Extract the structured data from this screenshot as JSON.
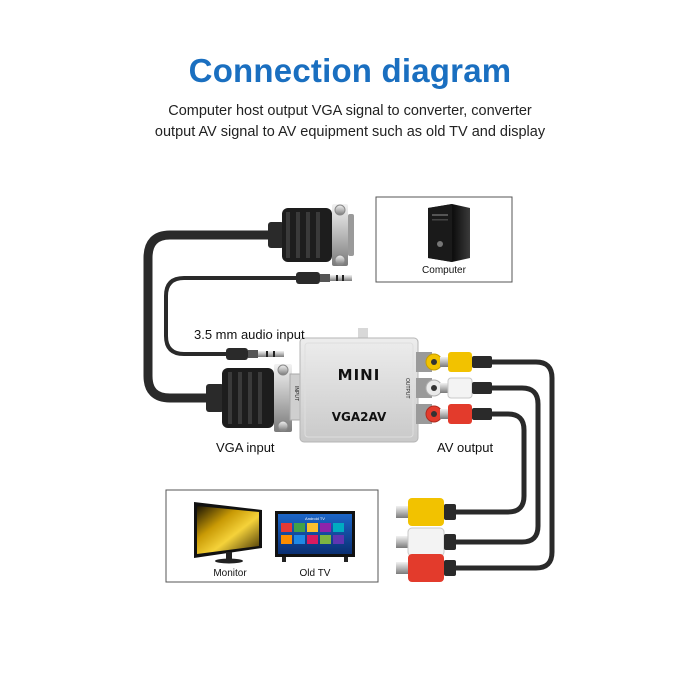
{
  "header": {
    "title": "Connection diagram",
    "subtitle_line1": "Computer host output VGA signal to converter, converter",
    "subtitle_line2": "output AV signal to AV equipment such as old TV and display"
  },
  "labels": {
    "audio_input": "3.5 mm audio input",
    "vga_input": "VGA input",
    "av_output": "AV output",
    "computer": "Computer",
    "monitor": "Monitor",
    "old_tv": "Old TV"
  },
  "device": {
    "brand": "MINI",
    "model": "VGA2AV",
    "input_port_label": "INPUT",
    "output_port_label": "OUTPUT"
  },
  "tv_screen": {
    "top_text": "Android TV"
  },
  "colors": {
    "title": "#1a6fc0",
    "rca_yellow": "#f2c200",
    "rca_white": "#f0f0f0",
    "rca_red": "#e33b2c",
    "cable": "#2a2a2a"
  }
}
